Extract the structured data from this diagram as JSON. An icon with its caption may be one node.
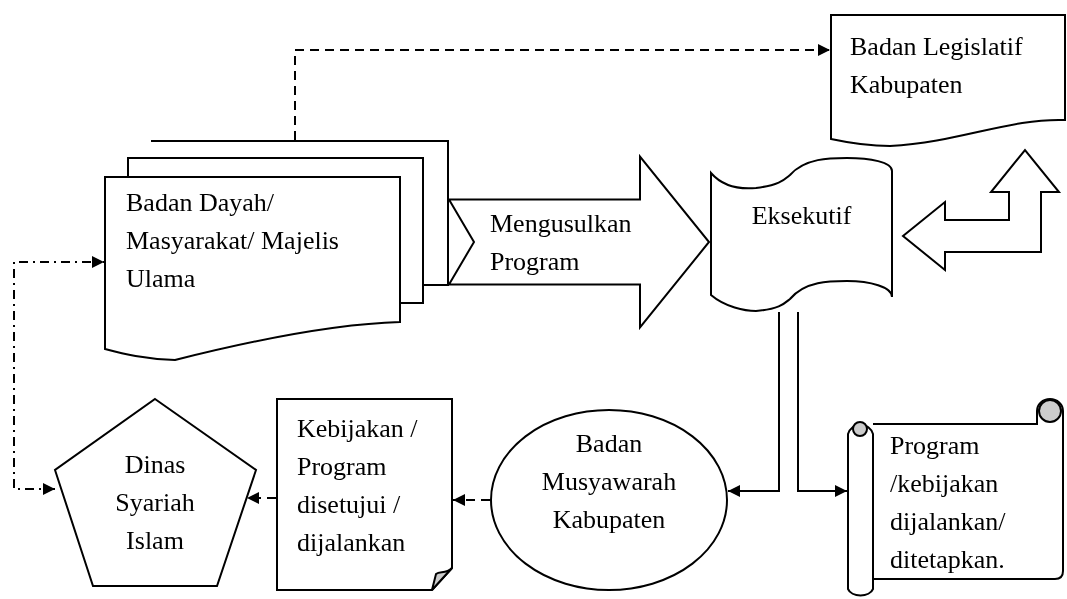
{
  "diagram": {
    "nodes": [
      {
        "text": [
          "Badan Legislatif Kabupaten"
        ]
      },
      {
        "text": [
          "Badan Dayah/ Masyarakat/ Majelis Ulama"
        ]
      },
      {
        "text": [
          "Eksekutif"
        ]
      },
      {
        "text": [
          "Dinas Syariah Islam"
        ]
      },
      {
        "text": [
          "Kebijakan / Program disetujui / dijalankan"
        ]
      },
      {
        "text": [
          "Badan Musyawarah Kabupaten"
        ]
      },
      {
        "text": [
          "Program /kebijakan dijalankan/ ditetapkan."
        ]
      }
    ],
    "edges": [
      {
        "from": 1,
        "to": 0,
        "arrow": "to",
        "style": "dashed"
      },
      {
        "from": 1,
        "to": 2,
        "arrow": "to",
        "style": "thick",
        "label": "Mengusulkan Program"
      },
      {
        "from": 2,
        "to": 0,
        "arrow": "both",
        "style": "thick"
      },
      {
        "from": 2,
        "to": 5,
        "arrow": "to"
      },
      {
        "from": 2,
        "to": 6,
        "arrow": "to"
      },
      {
        "from": 5,
        "to": 4,
        "arrow": "to",
        "style": "dashed"
      },
      {
        "from": 4,
        "to": 3,
        "arrow": "to",
        "style": "dashed"
      },
      {
        "from": 3,
        "to": 1,
        "arrow": "both",
        "style": "dashed"
      }
    ]
  }
}
